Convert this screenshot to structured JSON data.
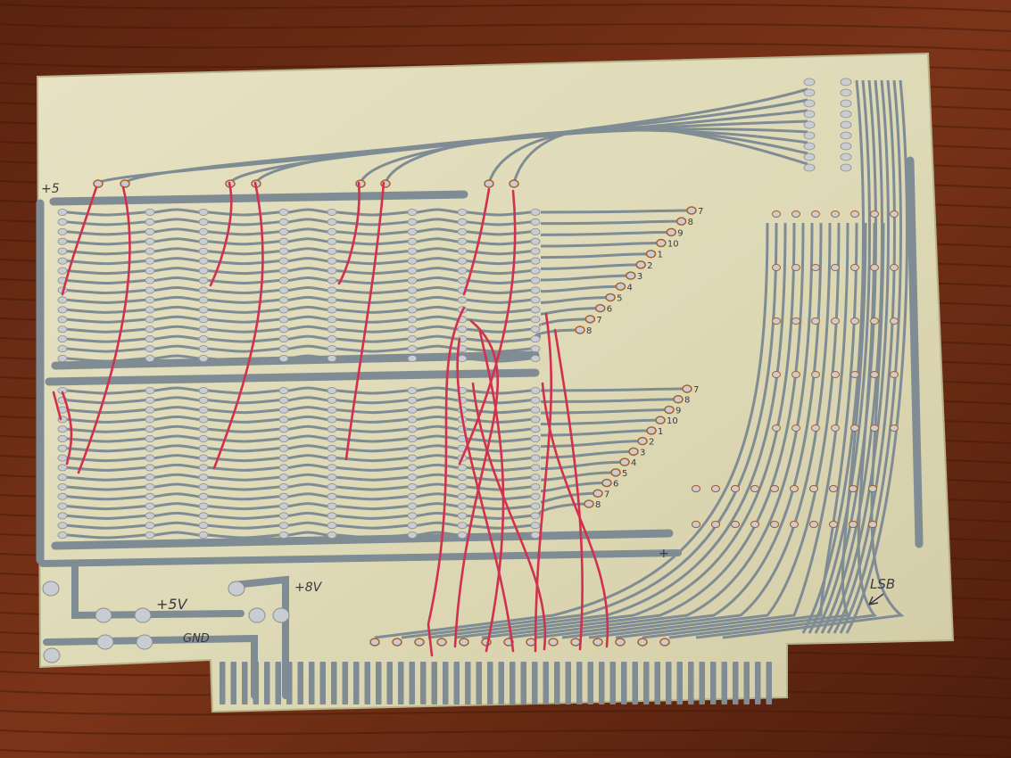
{
  "scene": {
    "background_color": "#6e2e14",
    "board_color": "#ddd8b4",
    "trace_color": "#7f8c94",
    "solder_color": "#c9cdd2",
    "flux_color": "#a8612a",
    "wire_color": "#d2304f"
  },
  "board": {
    "labels": {
      "plus5_corner": "+5",
      "plus5v": "+5V",
      "gnd": "GND",
      "plus8v": "+8V",
      "lsb": "LSB",
      "plus_sign": "+"
    },
    "fan_top_numbers": [
      "7",
      "8",
      "9",
      "10",
      "1",
      "2",
      "3",
      "4",
      "5",
      "6",
      "7",
      "8"
    ],
    "fan_bottom_numbers": [
      "7",
      "8",
      "9",
      "10",
      "1",
      "2",
      "3",
      "4",
      "5",
      "6",
      "7",
      "8"
    ]
  }
}
